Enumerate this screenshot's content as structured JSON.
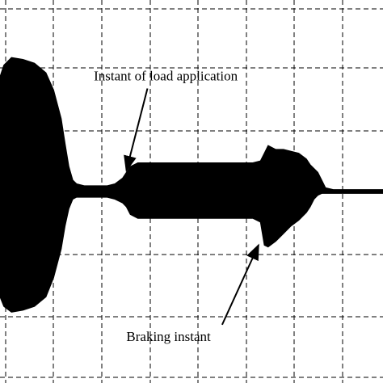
{
  "chart_data": {
    "type": "area",
    "xlim": [
      0,
      1
    ],
    "ylim": [
      -1,
      1
    ],
    "grid": true,
    "envelope": {
      "x": [
        0.0,
        0.01,
        0.03,
        0.06,
        0.09,
        0.12,
        0.14,
        0.16,
        0.17,
        0.18,
        0.19,
        0.2,
        0.22,
        0.25,
        0.28,
        0.3,
        0.32,
        0.33,
        0.34,
        0.36,
        0.38,
        0.4,
        0.44,
        0.5,
        0.56,
        0.62,
        0.66,
        0.68,
        0.69,
        0.7,
        0.72,
        0.74,
        0.76,
        0.78,
        0.8,
        0.81,
        0.82,
        0.83,
        0.84,
        0.85,
        0.87,
        0.9,
        0.95,
        1.0
      ],
      "upper": [
        0.6,
        0.66,
        0.7,
        0.69,
        0.67,
        0.62,
        0.53,
        0.38,
        0.25,
        0.13,
        0.06,
        0.04,
        0.03,
        0.03,
        0.03,
        0.04,
        0.07,
        0.1,
        0.13,
        0.15,
        0.15,
        0.15,
        0.15,
        0.15,
        0.15,
        0.15,
        0.15,
        0.16,
        0.2,
        0.24,
        0.22,
        0.22,
        0.21,
        0.2,
        0.17,
        0.14,
        0.12,
        0.1,
        0.06,
        0.02,
        0.01,
        0.01,
        0.01,
        0.01
      ],
      "lower": [
        -0.55,
        -0.6,
        -0.63,
        -0.62,
        -0.6,
        -0.55,
        -0.45,
        -0.3,
        -0.18,
        -0.09,
        -0.04,
        -0.03,
        -0.03,
        -0.03,
        -0.03,
        -0.04,
        -0.06,
        -0.08,
        -0.12,
        -0.14,
        -0.14,
        -0.14,
        -0.14,
        -0.14,
        -0.14,
        -0.14,
        -0.14,
        -0.16,
        -0.28,
        -0.29,
        -0.26,
        -0.22,
        -0.18,
        -0.15,
        -0.11,
        -0.08,
        -0.04,
        -0.02,
        -0.01,
        -0.01,
        -0.01,
        -0.01,
        -0.01,
        -0.01
      ]
    },
    "color": "#000000",
    "annotations": [
      {
        "text": "Instant of load application",
        "x": 0.33,
        "y": 0.11,
        "text_x": 0.245,
        "text_y": 0.58
      },
      {
        "text": "Braking instant",
        "x": 0.675,
        "y": -0.28,
        "text_x": 0.33,
        "text_y": -0.78
      }
    ]
  }
}
